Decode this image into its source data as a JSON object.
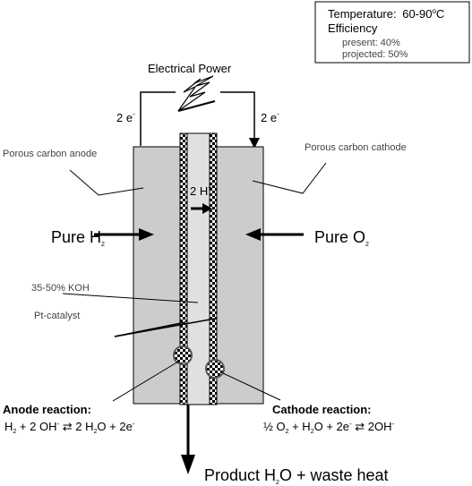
{
  "info_box": {
    "temperature_label": "Temperature:",
    "temperature_value": "60-90",
    "temperature_unit": "C",
    "temperature_degree": "o",
    "efficiency_label": "Efficiency",
    "present": "present: 40%",
    "projected": "projected: 50%"
  },
  "power": {
    "label": "Electrical Power"
  },
  "electrons": {
    "left": "2 e",
    "right": "2 e",
    "sup": "-"
  },
  "labels": {
    "anode": "Porous carbon anode",
    "cathode": "Porous carbon cathode",
    "koh": "35-50% KOH",
    "catalyst": "Pt-catalyst",
    "ion_flow": "2 H",
    "ion_sup": "+"
  },
  "inputs": {
    "h2_text": "Pure H",
    "h2_sub": "2",
    "o2_text": "Pure O",
    "o2_sub": "2"
  },
  "reactions": {
    "anode_title": "Anode reaction:",
    "cathode_title": "Cathode reaction:",
    "anode_parts": [
      "H",
      "2",
      " + 2 OH",
      "-",
      " ⇄ ",
      "2 H",
      "2",
      "O + 2e",
      "-"
    ],
    "cathode_parts": [
      "½ O",
      "2",
      " + H",
      "2",
      "O + 2e",
      "-",
      " ⇄ ",
      "2OH",
      "-"
    ]
  },
  "product": {
    "text1": "Product H",
    "sub": "2",
    "text2": "O + waste heat"
  },
  "colors": {
    "electrode_gray": "#cccccc",
    "electrolyte_gray": "#e0e0e0",
    "outline": "#000000"
  }
}
